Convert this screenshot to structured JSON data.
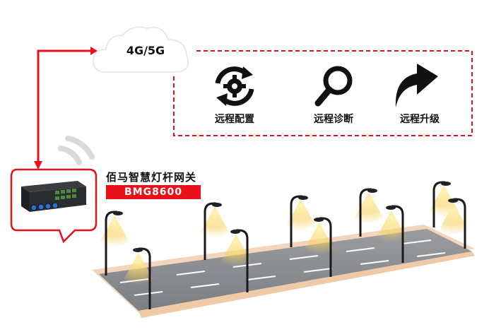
{
  "cloud": {
    "label": "4G/5G"
  },
  "features": [
    {
      "label": "远程配置",
      "icon": "gear-sync-icon"
    },
    {
      "label": "远程诊断",
      "icon": "magnifier-icon"
    },
    {
      "label": "远程升级",
      "icon": "upgrade-arrow-icon"
    }
  ],
  "gateway": {
    "title": "佰马智慧灯杆网关",
    "model": "BMG8600"
  },
  "colors": {
    "accent": "#e8101a",
    "road": "#8a8d91",
    "road_edge": "#f0c9a6",
    "light_glow": "#f7d46a",
    "pole": "#1a1a1a"
  }
}
